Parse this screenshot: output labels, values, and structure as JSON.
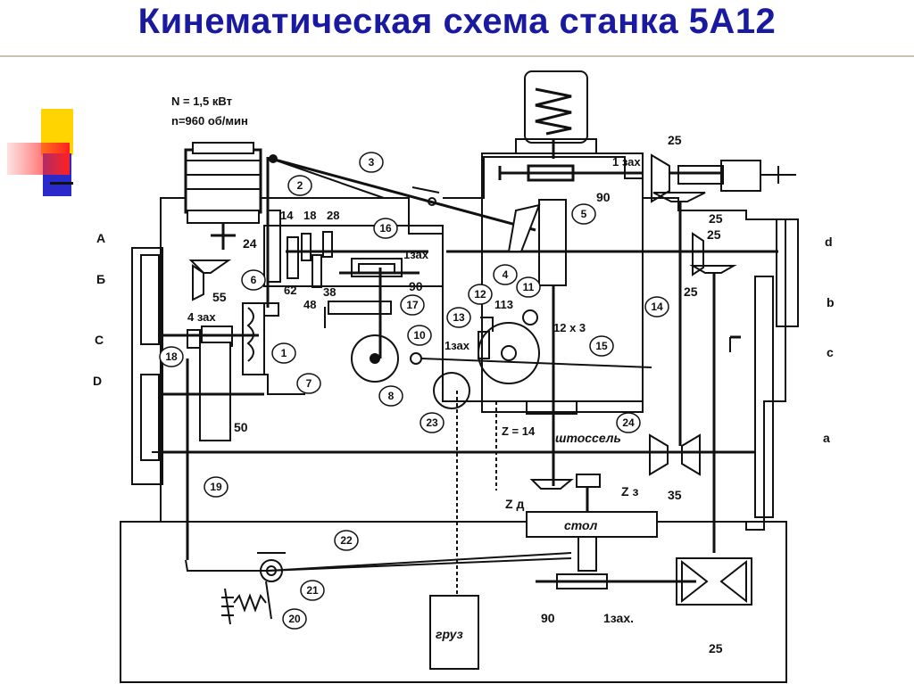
{
  "title": "Кинематическая схема станка 5А12",
  "motor": {
    "power": "N = 1,5 кВт",
    "speed": "n=960 об/мин"
  },
  "letters": {
    "A": "А",
    "B": "Б",
    "C": "С",
    "D": "D",
    "d": "d",
    "b": "b",
    "c": "c",
    "a": "a"
  },
  "gears": {
    "g24": "24",
    "g55": "55",
    "g4zax": "4 зах",
    "g50": "50",
    "g14": "14",
    "g18": "18",
    "g28": "28",
    "g62": "62",
    "g48": "48",
    "g38": "38",
    "g1zax_top": "1 зах",
    "g90_top": "90",
    "g1zax_mid": "1зах",
    "g90_mid": "90",
    "g113": "113",
    "g12x3": "12 х 3",
    "g1zax_small": "1зах",
    "g25a": "25",
    "g25b": "25",
    "g25c": "25",
    "g25d": "25",
    "g25bottom": "25",
    "g35": "35",
    "z14": "Z = 14",
    "throttle": "штоссель",
    "zd": "Z д",
    "zz": "Z з",
    "table": "стол",
    "g90_bottom": "90",
    "g1zax_bottom": "1зах.",
    "weight": "груз"
  },
  "callouts": [
    "1",
    "2",
    "3",
    "4",
    "5",
    "6",
    "7",
    "8",
    "10",
    "11",
    "12",
    "13",
    "14",
    "15",
    "16",
    "17",
    "18",
    "19",
    "20",
    "21",
    "22",
    "23",
    "24"
  ]
}
